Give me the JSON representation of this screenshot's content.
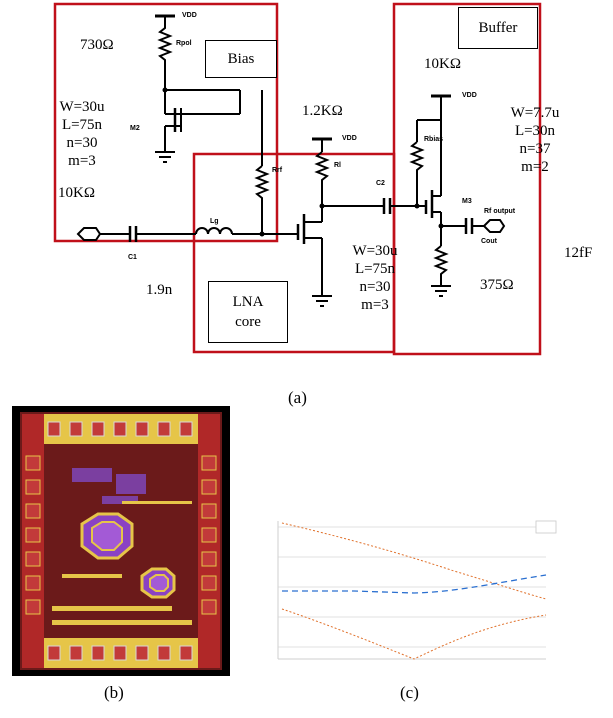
{
  "schematic": {
    "blocks": {
      "bias": "Bias",
      "buffer": "Buffer",
      "lna_core": "LNA\ncore"
    },
    "values": {
      "rpol": "730Ω",
      "rf_res": "10KΩ",
      "rl": "1.2KΩ",
      "rbias": "10KΩ",
      "lg": "1.9n",
      "cout": "12fF",
      "r_out": "375Ω"
    },
    "m2_params": "W=30u\nL=75n\nn=30\nm=3",
    "m1_params": "W=30u\nL=75n\nn=30\nm=3",
    "m3_params": "W=7.7u\nL=30n\nn=37\nm=2",
    "components": {
      "vdd1": "VDD",
      "vdd2": "VDD",
      "vdd3": "VDD",
      "rpol": "Rpol",
      "m2": "M2",
      "rrf": "Rrf",
      "rl": "Rl",
      "c2": "C2",
      "rbias": "Rbias",
      "m3": "M3",
      "rf_output": "Rf output",
      "cout": "Cout",
      "lg": "Lg",
      "c1": "C1"
    },
    "colors": {
      "frame": "#c0101a"
    }
  },
  "captions": {
    "a": "(a)",
    "b": "(b)",
    "c": "(c)"
  },
  "plot_colors": {
    "orange": "#e0702a",
    "blue": "#2a6fd0"
  }
}
